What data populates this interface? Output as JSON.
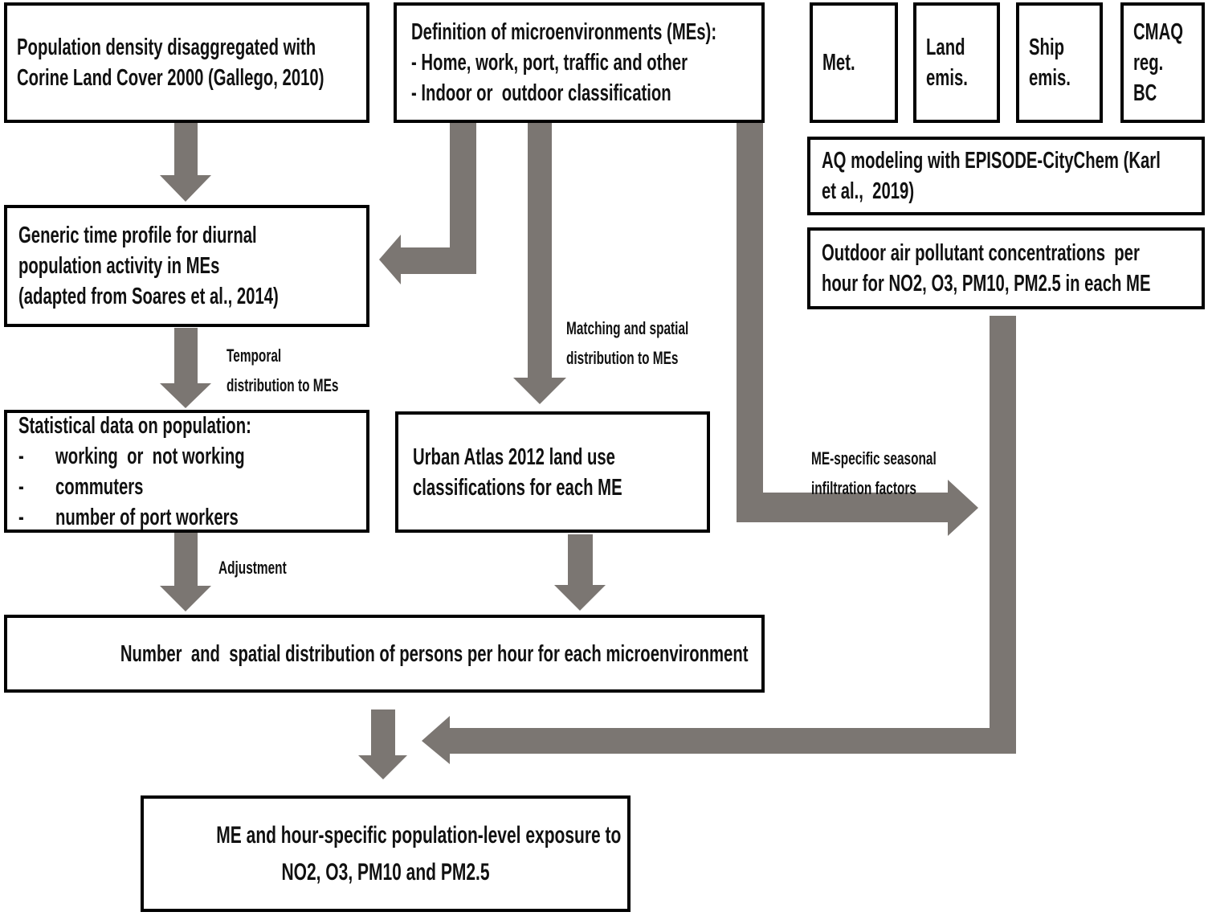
{
  "colors": {
    "arrow": "#7b7672",
    "border": "#000000",
    "background": "#ffffff",
    "text": "#111111"
  },
  "boxes": {
    "population": {
      "lines": [
        "Population density disaggregated with",
        "Corine Land Cover 2000 (Gallego, 2010)"
      ]
    },
    "definition": {
      "lines": [
        "Definition of microenvironments (MEs):",
        "- Home, work, port, traffic and other",
        "- Indoor or  outdoor classification"
      ]
    },
    "met": {
      "lines": [
        "Met."
      ]
    },
    "land": {
      "lines": [
        "Land",
        "emis."
      ]
    },
    "ship": {
      "lines": [
        "Ship",
        "emis."
      ]
    },
    "cmaq": {
      "lines": [
        "CMAQ",
        "reg.",
        "BC"
      ]
    },
    "aq_modeling": {
      "lines": [
        "AQ modeling with EPISODE-CityChem (Karl",
        "et al.,  2019)"
      ]
    },
    "outdoor": {
      "lines": [
        "Outdoor air pollutant concentrations  per",
        "hour for NO2, O3, PM10, PM2.5 in each ME"
      ]
    },
    "generic": {
      "lines": [
        "Generic time profile for diurnal",
        "population activity in MEs",
        "(adapted from Soares et al., 2014)"
      ]
    },
    "statistical": {
      "title": "Statistical data on population:",
      "bullet": "-",
      "items": [
        "working  or  not working",
        "commuters",
        "number of port workers"
      ]
    },
    "urban": {
      "lines": [
        "Urban Atlas 2012 land use",
        "classifications for each ME"
      ]
    },
    "persons": {
      "lines": [
        "Number  and  spatial distribution of persons per hour for each microenvironment"
      ]
    },
    "exposure": {
      "lines": [
        "ME and hour-specific population-level exposure to",
        "NO2, O3, PM10 and PM2.5"
      ]
    }
  },
  "labels": {
    "temporal": "Temporal\ndistribution to MEs",
    "matching": "Matching and spatial\ndistribution to MEs",
    "adjustment": "Adjustment",
    "infiltration": "ME-specific seasonal\ninfiltration factors"
  }
}
